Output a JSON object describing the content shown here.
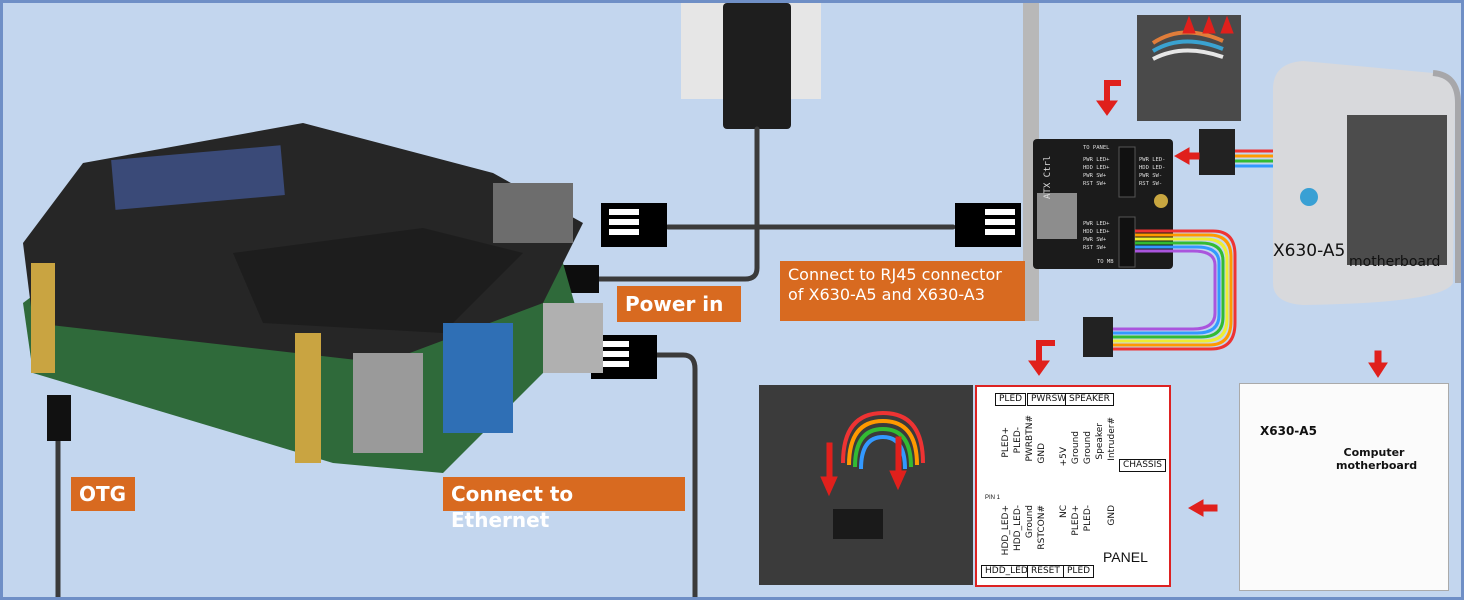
{
  "labels": {
    "power_in": "Power in",
    "otg": "OTG",
    "ethernet": "Connect to Ethernet",
    "rj45_line1": "Connect to RJ45 connector",
    "rj45_line2": "of X630-A5 and X630-A3"
  },
  "case": {
    "model": "X630-A5",
    "caption": "motherboard"
  },
  "atx_board": {
    "title": "ATX Ctrl",
    "to_panel": "TO PANEL",
    "to_mb": "TO MB",
    "left_pins": [
      "PWR LED+",
      "HDD LED+",
      "PWR SW+",
      "RST SW+"
    ],
    "right_pins": [
      "PWR LED-",
      "HDD LED-",
      "PWR SW-",
      "RST SW-"
    ],
    "lower_pins": [
      "PWR LED+",
      "HDD LED+",
      "PWR SW+",
      "RST SW+"
    ]
  },
  "panel": {
    "top_groups": [
      "PLED",
      "PWRSW",
      "SPEAKER"
    ],
    "top_pins": [
      "PLED+",
      "PLED-",
      "PWRBTN#",
      "GND",
      "+5V",
      "Ground",
      "Ground",
      "Speaker",
      "Intruder#"
    ],
    "chassis": "CHASSIS",
    "pin1": "PIN 1",
    "bottom_pins": [
      "HDD_LED+",
      "HDD_LED-",
      "Ground",
      "RSTCON#",
      "NC",
      "PLED+",
      "PLED-",
      "GND"
    ],
    "bottom_groups": [
      "HDD_LED",
      "RESET",
      "PLED"
    ],
    "name": "PANEL"
  },
  "mb_diagram": {
    "model": "X630-A5",
    "caption": "Computer motherboard"
  },
  "colors": {
    "background": "#c3d6ee",
    "label_bg": "#d86a20",
    "arrow": "#e0201c",
    "cable": "#3a3a3a"
  }
}
